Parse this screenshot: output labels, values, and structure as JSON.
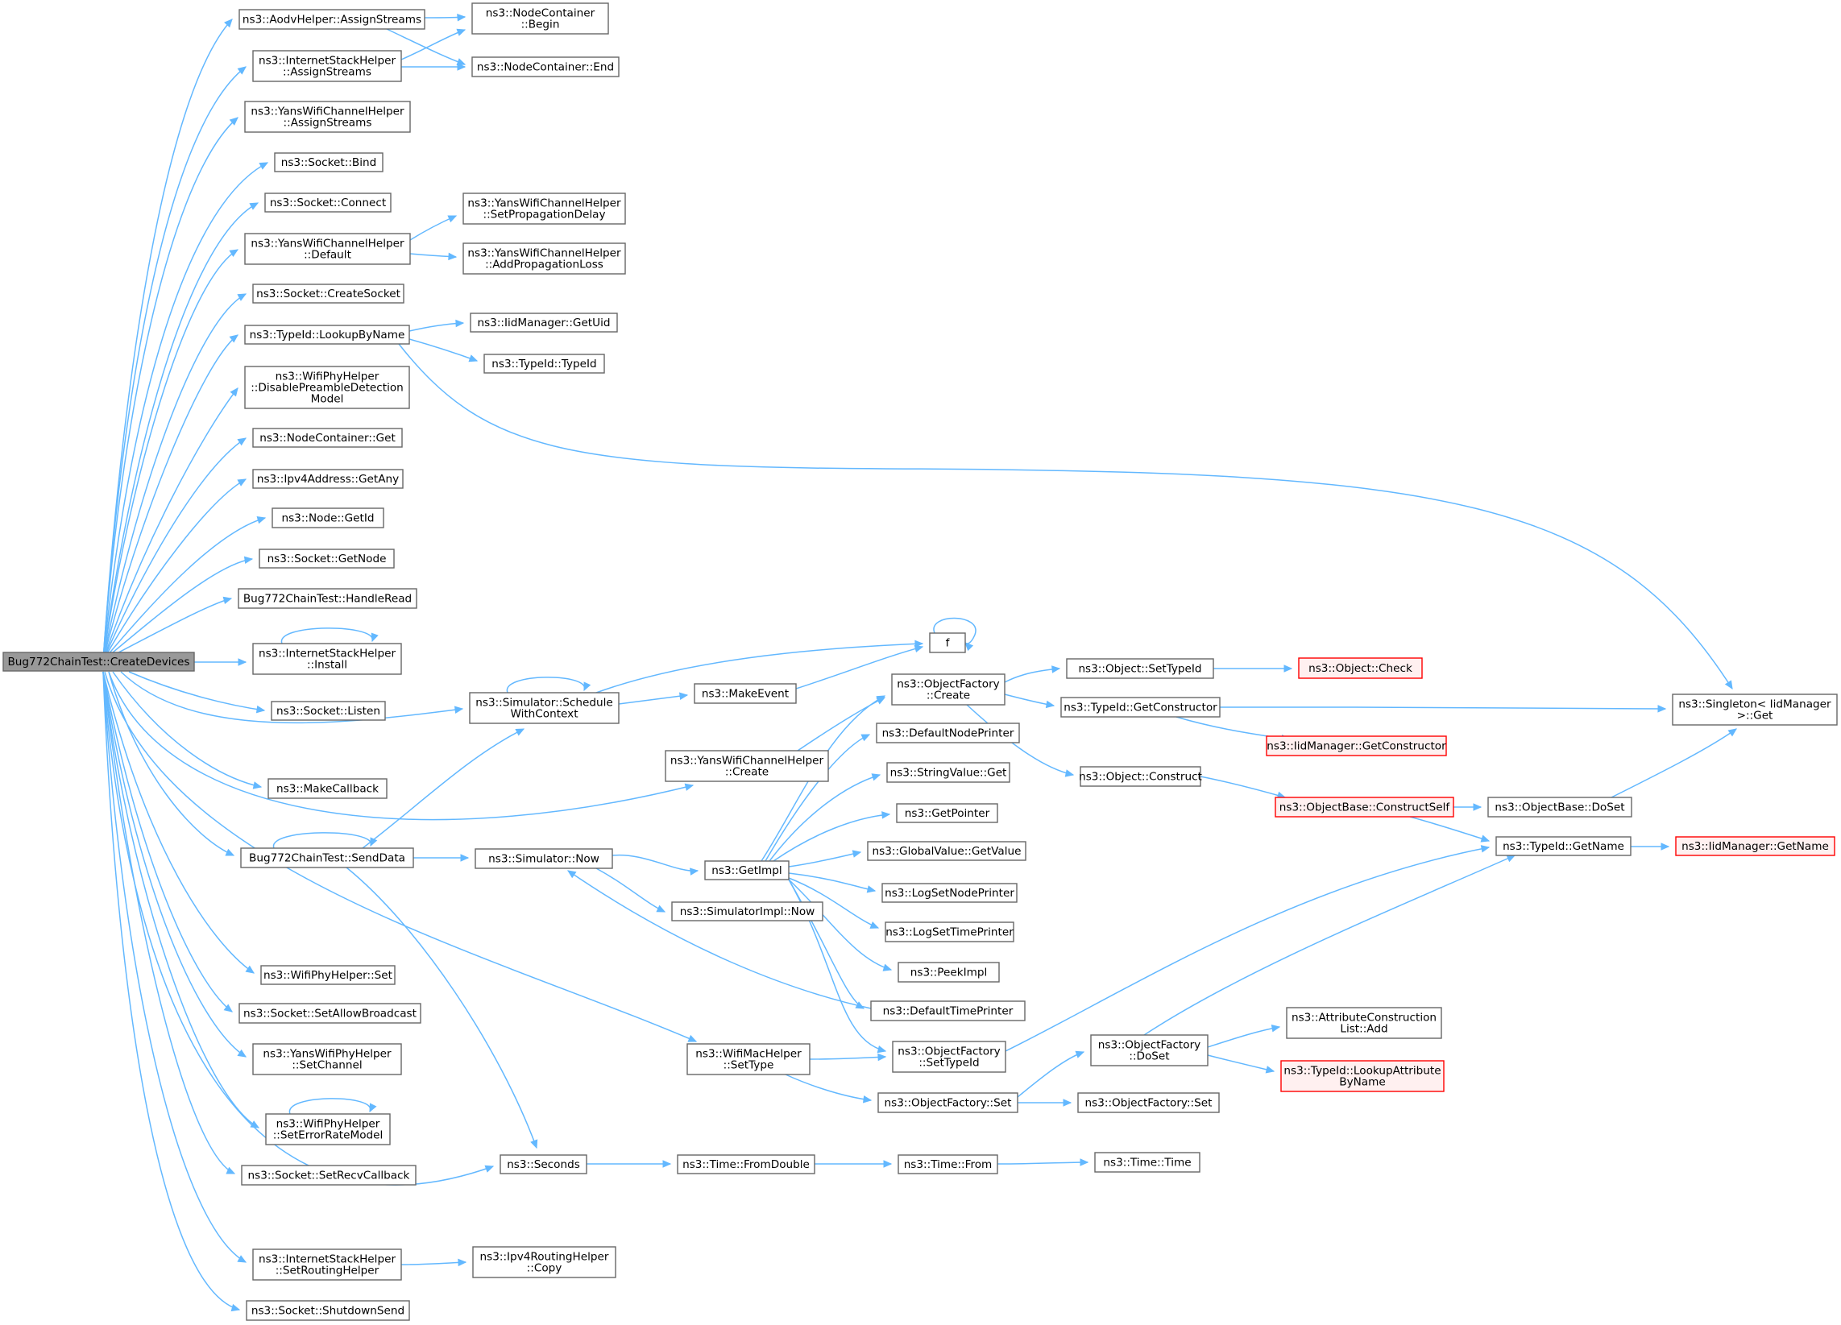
{
  "colors": {
    "edge": "#63b8ff",
    "node_border": "#666666",
    "node_fill": "#ffffff",
    "root_fill": "#999999",
    "root_border": "#666666",
    "truncated_border": "#ff0000",
    "truncated_fill": "#fff0f0"
  },
  "nodes": {
    "root": {
      "lines": [
        "Bug772ChainTest::CreateDevices"
      ]
    },
    "aodv_assign": {
      "lines": [
        "ns3::AodvHelper::AssignStreams"
      ]
    },
    "inet_assign": {
      "lines": [
        "ns3::InternetStackHelper",
        "::AssignStreams"
      ]
    },
    "nc_begin": {
      "lines": [
        "ns3::NodeContainer",
        "::Begin"
      ]
    },
    "nc_end": {
      "lines": [
        "ns3::NodeContainer::End"
      ]
    },
    "yans_assign": {
      "lines": [
        "ns3::YansWifiChannelHelper",
        "::AssignStreams"
      ]
    },
    "sock_bind": {
      "lines": [
        "ns3::Socket::Bind"
      ]
    },
    "sock_connect": {
      "lines": [
        "ns3::Socket::Connect"
      ]
    },
    "yans_default": {
      "lines": [
        "ns3::YansWifiChannelHelper",
        "::Default"
      ]
    },
    "yans_setprop": {
      "lines": [
        "ns3::YansWifiChannelHelper",
        "::SetPropagationDelay"
      ]
    },
    "yans_addprop": {
      "lines": [
        "ns3::YansWifiChannelHelper",
        "::AddPropagationLoss"
      ]
    },
    "sock_create": {
      "lines": [
        "ns3::Socket::CreateSocket"
      ]
    },
    "typeid_lookup": {
      "lines": [
        "ns3::TypeId::LookupByName"
      ]
    },
    "iid_getuid": {
      "lines": [
        "ns3::IidManager::GetUid"
      ]
    },
    "typeid_ctor": {
      "lines": [
        "ns3::TypeId::TypeId"
      ]
    },
    "wifiphy_disable": {
      "lines": [
        "ns3::WifiPhyHelper",
        "::DisablePreambleDetection",
        "Model"
      ]
    },
    "nc_get": {
      "lines": [
        "ns3::NodeContainer::Get"
      ]
    },
    "ipv4_getany": {
      "lines": [
        "ns3::Ipv4Address::GetAny"
      ]
    },
    "node_getid": {
      "lines": [
        "ns3::Node::GetId"
      ]
    },
    "sock_getnode": {
      "lines": [
        "ns3::Socket::GetNode"
      ]
    },
    "handle_read": {
      "lines": [
        "Bug772ChainTest::HandleRead"
      ]
    },
    "inet_install": {
      "lines": [
        "ns3::InternetStackHelper",
        "::Install"
      ]
    },
    "sock_listen": {
      "lines": [
        "ns3::Socket::Listen"
      ]
    },
    "make_callback": {
      "lines": [
        "ns3::MakeCallback"
      ]
    },
    "sendData": {
      "lines": [
        "Bug772ChainTest::SendData"
      ]
    },
    "wifiphy_set": {
      "lines": [
        "ns3::WifiPhyHelper::Set"
      ]
    },
    "sock_allowbc": {
      "lines": [
        "ns3::Socket::SetAllowBroadcast"
      ]
    },
    "yansphy_setch": {
      "lines": [
        "ns3::YansWifiPhyHelper",
        "::SetChannel"
      ]
    },
    "wifiphy_seterr": {
      "lines": [
        "ns3::WifiPhyHelper",
        "::SetErrorRateModel"
      ]
    },
    "sock_recvcb": {
      "lines": [
        "ns3::Socket::SetRecvCallback"
      ]
    },
    "inet_setrouting": {
      "lines": [
        "ns3::InternetStackHelper",
        "::SetRoutingHelper"
      ]
    },
    "sock_shutdown": {
      "lines": [
        "ns3::Socket::ShutdownSend"
      ]
    },
    "sim_schedule": {
      "lines": [
        "ns3::Simulator::Schedule",
        "WithContext"
      ]
    },
    "yanschan_create": {
      "lines": [
        "ns3::YansWifiChannelHelper",
        "::Create"
      ]
    },
    "sim_now": {
      "lines": [
        "ns3::Simulator::Now"
      ]
    },
    "wifimac_settype": {
      "lines": [
        "ns3::WifiMacHelper",
        "::SetType"
      ]
    },
    "seconds": {
      "lines": [
        "ns3::Seconds"
      ]
    },
    "ipv4routing_copy": {
      "lines": [
        "ns3::Ipv4RoutingHelper",
        "::Copy"
      ]
    },
    "f": {
      "lines": [
        "f"
      ]
    },
    "make_event": {
      "lines": [
        "ns3::MakeEvent"
      ]
    },
    "getimpl": {
      "lines": [
        "ns3::GetImpl"
      ]
    },
    "simimpl_now": {
      "lines": [
        "ns3::SimulatorImpl::Now"
      ]
    },
    "time_fromdouble": {
      "lines": [
        "ns3::Time::FromDouble"
      ]
    },
    "of_create": {
      "lines": [
        "ns3::ObjectFactory",
        "::Create"
      ]
    },
    "def_nodeprinter": {
      "lines": [
        "ns3::DefaultNodePrinter"
      ]
    },
    "stringvalue_get": {
      "lines": [
        "ns3::StringValue::Get"
      ]
    },
    "getpointer": {
      "lines": [
        "ns3::GetPointer"
      ]
    },
    "globalvalue_get": {
      "lines": [
        "ns3::GlobalValue::GetValue"
      ]
    },
    "logsetnode": {
      "lines": [
        "ns3::LogSetNodePrinter"
      ]
    },
    "logsettime": {
      "lines": [
        "ns3::LogSetTimePrinter"
      ]
    },
    "peekimpl": {
      "lines": [
        "ns3::PeekImpl"
      ]
    },
    "def_timeprinter": {
      "lines": [
        "ns3::DefaultTimePrinter"
      ]
    },
    "of_settypeid": {
      "lines": [
        "ns3::ObjectFactory",
        "::SetTypeId"
      ]
    },
    "of_set": {
      "lines": [
        "ns3::ObjectFactory::Set"
      ]
    },
    "time_from": {
      "lines": [
        "ns3::Time::From"
      ]
    },
    "obj_settypeid": {
      "lines": [
        "ns3::Object::SetTypeId"
      ]
    },
    "typeid_getctor": {
      "lines": [
        "ns3::TypeId::GetConstructor"
      ]
    },
    "obj_construct": {
      "lines": [
        "ns3::Object::Construct"
      ]
    },
    "of_doset": {
      "lines": [
        "ns3::ObjectFactory",
        "::DoSet"
      ]
    },
    "of_set2": {
      "lines": [
        "ns3::ObjectFactory::Set"
      ]
    },
    "time_time": {
      "lines": [
        "ns3::Time::Time"
      ]
    },
    "obj_check": {
      "lines": [
        "ns3::Object::Check"
      ]
    },
    "iid_getctor": {
      "lines": [
        "ns3::IidManager::GetConstructor"
      ]
    },
    "objbase_constructself": {
      "lines": [
        "ns3::ObjectBase::ConstructSelf"
      ]
    },
    "attr_add": {
      "lines": [
        "ns3::AttributeConstruction",
        "List::Add"
      ]
    },
    "typeid_lookupattr": {
      "lines": [
        "ns3::TypeId::LookupAttribute",
        "ByName"
      ]
    },
    "objbase_doset": {
      "lines": [
        "ns3::ObjectBase::DoSet"
      ]
    },
    "typeid_getname": {
      "lines": [
        "ns3::TypeId::GetName"
      ]
    },
    "singleton_get": {
      "lines": [
        "ns3::Singleton< IidManager",
        " >::Get"
      ]
    },
    "iid_getname": {
      "lines": [
        "ns3::IidManager::GetName"
      ]
    }
  }
}
